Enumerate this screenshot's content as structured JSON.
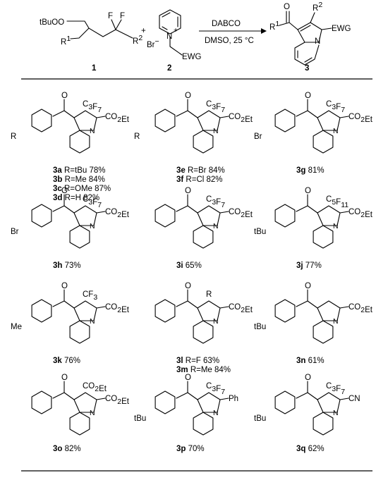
{
  "scheme": {
    "reactant1": {
      "number": "1",
      "groups": {
        "tbuoo": "tBuOO",
        "f1": "F",
        "f2": "F",
        "r1": "R",
        "r1sup": "1",
        "r2": "R",
        "r2sup": "2"
      }
    },
    "plus": "+",
    "reactant2": {
      "number": "2",
      "groups": {
        "br": "Br",
        "minus": "−",
        "n": "N",
        "plus": "+",
        "ewg": "EWG"
      }
    },
    "conditions": {
      "reagent": "DABCO",
      "solvent": "DMSO, 25 °C"
    },
    "product": {
      "number": "3",
      "groups": {
        "r1": "R",
        "r1sup": "1",
        "r2": "R",
        "r2sup": "2",
        "ewg": "EWG",
        "n": "N"
      }
    }
  },
  "compounds": [
    {
      "id": "c3a_3d",
      "lines": [
        {
          "num": "3a",
          "text": " R=tBu 78%"
        },
        {
          "num": "3b",
          "text": " R=Me 84%"
        },
        {
          "num": "3c",
          "text": " R=OMe 87%"
        },
        {
          "num": "3d",
          "text": " R=H 82%"
        }
      ],
      "aryl_sub": "R",
      "c2": "C3F7",
      "c3": "CO2Et"
    },
    {
      "id": "c3e_3f",
      "lines": [
        {
          "num": "3e",
          "text": " R=Br 84%"
        },
        {
          "num": "3f",
          "text": " R=Cl 82%"
        }
      ],
      "aryl_sub": "R",
      "c2": "C3F7",
      "c3": "CO2Et"
    },
    {
      "id": "c3g",
      "lines": [
        {
          "num": "3g",
          "text": " 81%"
        }
      ],
      "aryl_sub": "Br",
      "c2": "C3F7",
      "c3": "CO2Et"
    },
    {
      "id": "c3h",
      "lines": [
        {
          "num": "3h",
          "text": " 73%"
        }
      ],
      "aryl_sub": "Br",
      "c2": "C3F7",
      "c3": "CO2Et"
    },
    {
      "id": "c3i",
      "lines": [
        {
          "num": "3i",
          "text": " 65%"
        }
      ],
      "aryl_sub": "",
      "c2": "C3F7",
      "c3": "CO2Et"
    },
    {
      "id": "c3j",
      "lines": [
        {
          "num": "3j",
          "text": " 77%"
        }
      ],
      "aryl_sub": "tBu",
      "c2": "C5F11",
      "c3": "CO2Et"
    },
    {
      "id": "c3k",
      "lines": [
        {
          "num": "3k",
          "text": " 76%"
        }
      ],
      "aryl_sub": "Me",
      "c2": "CF3",
      "c3": "CO2Et"
    },
    {
      "id": "c3l_3m",
      "lines": [
        {
          "num": "3l",
          "text": " R=F 63%"
        },
        {
          "num": "3m",
          "text": " R=Me 84%"
        }
      ],
      "aryl_sub": "",
      "c2": "R",
      "c3": "CO2Et"
    },
    {
      "id": "c3n",
      "lines": [
        {
          "num": "3n",
          "text": " 61%"
        }
      ],
      "aryl_sub": "tBu",
      "c2": "",
      "c3": "CO2Et"
    },
    {
      "id": "c3o",
      "lines": [
        {
          "num": "3o",
          "text": " 82%"
        }
      ],
      "aryl_sub": "",
      "c2": "CO2Et",
      "c3": "CO2Et"
    },
    {
      "id": "c3p",
      "lines": [
        {
          "num": "3p",
          "text": " 70%"
        }
      ],
      "aryl_sub": "tBu",
      "c2": "C3F7",
      "c3": "Ph"
    },
    {
      "id": "c3q",
      "lines": [
        {
          "num": "3q",
          "text": " 62%"
        }
      ],
      "aryl_sub": "tBu",
      "c2": "C3F7",
      "c3": "CN"
    }
  ]
}
